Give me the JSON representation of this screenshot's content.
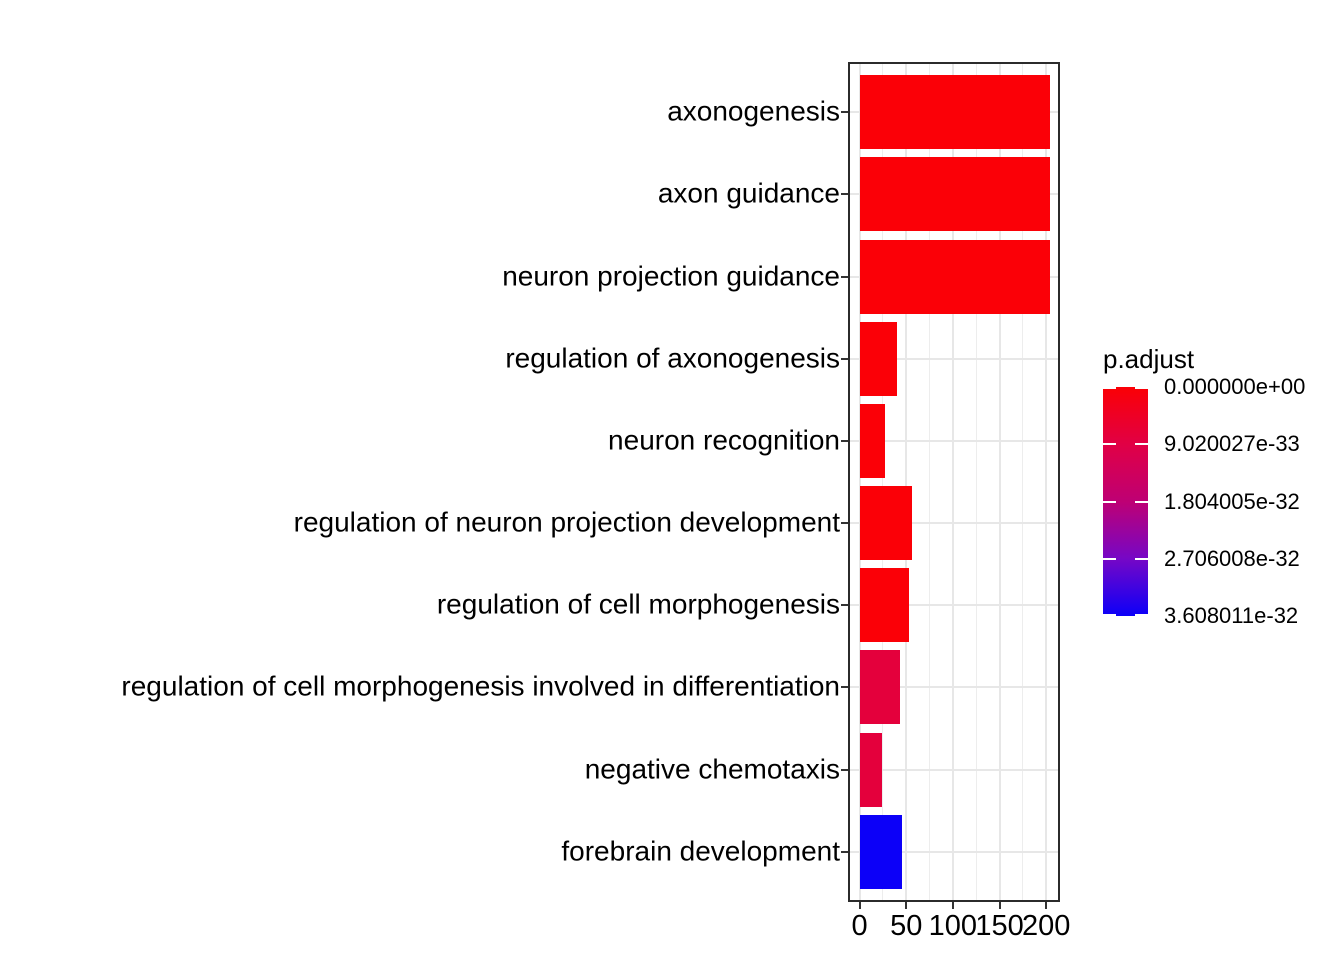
{
  "figure": {
    "background": "#FFFFFF",
    "panel_border_color": "#2B2B2B",
    "grid_major_color": "#E7E7E7",
    "grid_minor_color": "#EDEDED",
    "tick_color": "#333333",
    "axis_text_color": "#000000"
  },
  "chart_data": {
    "type": "bar",
    "orientation": "horizontal",
    "title": "",
    "xlabel": "",
    "ylabel": "",
    "categories": [
      "axonogenesis",
      "axon guidance",
      "neuron projection guidance",
      "regulation of axonogenesis",
      "neuron recognition",
      "regulation of neuron projection development",
      "regulation of cell morphogenesis",
      "regulation of cell morphogenesis involved in differentiation",
      "negative chemotaxis",
      "forebrain development"
    ],
    "values": [
      204,
      204,
      204,
      40,
      27,
      56,
      53,
      43,
      24,
      46
    ],
    "bar_colors": [
      "#FB0007",
      "#FB0007",
      "#FB0007",
      "#FB0007",
      "#FB0007",
      "#FB0007",
      "#FB0007",
      "#E4003C",
      "#E4003C",
      "#0C00F8"
    ],
    "x_ticks": [
      0,
      50,
      100,
      150,
      200
    ],
    "x_tick_labels": [
      "0",
      "50",
      "100",
      "150",
      "200"
    ],
    "x_minor_ticks": [
      25,
      75,
      125,
      175
    ],
    "xlim": [
      -11.3,
      213.7
    ],
    "grid": true,
    "legend_position": "right"
  },
  "legend": {
    "title": "p.adjust",
    "tick_labels": [
      "0.000000e+00",
      "9.020027e-33",
      "1.804005e-32",
      "2.706008e-32",
      "3.608011e-32"
    ],
    "gradient_colors": [
      "#FB0005",
      "#E10045",
      "#BE0074",
      "#7607C6",
      "#0C00F8"
    ]
  }
}
